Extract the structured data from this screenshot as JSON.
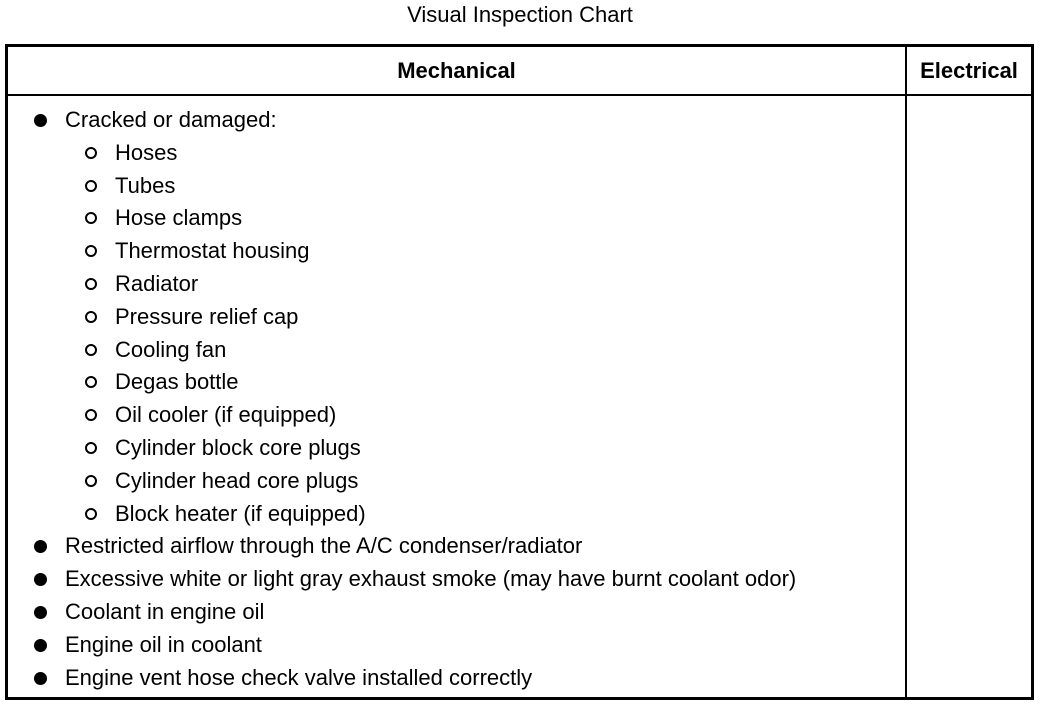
{
  "title": "Visual Inspection Chart",
  "table": {
    "headers": {
      "mechanical": "Mechanical",
      "electrical": "Electrical"
    },
    "mechanical_items": [
      {
        "text": "Cracked or damaged:",
        "level": 1,
        "bullet": "filled-circle"
      },
      {
        "text": "Hoses",
        "level": 2,
        "bullet": "hollow-circle"
      },
      {
        "text": "Tubes",
        "level": 2,
        "bullet": "hollow-circle"
      },
      {
        "text": "Hose clamps",
        "level": 2,
        "bullet": "hollow-circle"
      },
      {
        "text": "Thermostat housing",
        "level": 2,
        "bullet": "hollow-circle"
      },
      {
        "text": "Radiator",
        "level": 2,
        "bullet": "hollow-circle"
      },
      {
        "text": "Pressure relief cap",
        "level": 2,
        "bullet": "hollow-circle"
      },
      {
        "text": "Cooling fan",
        "level": 2,
        "bullet": "hollow-circle"
      },
      {
        "text": "Degas bottle",
        "level": 2,
        "bullet": "hollow-circle"
      },
      {
        "text": "Oil cooler (if equipped)",
        "level": 2,
        "bullet": "hollow-circle"
      },
      {
        "text": "Cylinder block core plugs",
        "level": 2,
        "bullet": "hollow-circle"
      },
      {
        "text": "Cylinder head core plugs",
        "level": 2,
        "bullet": "hollow-circle"
      },
      {
        "text": "Block heater (if equipped)",
        "level": 2,
        "bullet": "hollow-circle"
      },
      {
        "text": "Restricted airflow through the A/C condenser/radiator",
        "level": 1,
        "bullet": "filled-circle"
      },
      {
        "text": "Excessive white or light gray exhaust smoke (may have burnt coolant odor)",
        "level": 1,
        "bullet": "filled-circle"
      },
      {
        "text": "Coolant in engine oil",
        "level": 1,
        "bullet": "filled-circle"
      },
      {
        "text": "Engine oil in coolant",
        "level": 1,
        "bullet": "filled-circle"
      },
      {
        "text": "Engine vent hose check valve installed correctly",
        "level": 1,
        "bullet": "filled-circle"
      }
    ],
    "electrical_items": []
  }
}
